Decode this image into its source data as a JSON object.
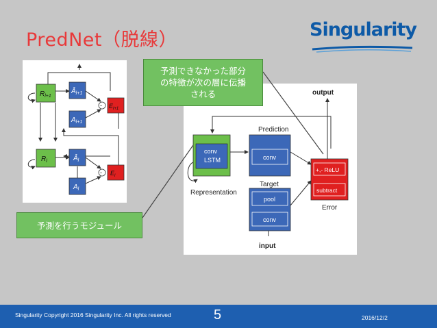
{
  "slide": {
    "title": "PredNet（脱線）",
    "logo_text": "Singularity"
  },
  "callouts": {
    "top_lines": [
      "予測できなかった部分",
      "の特徴が次の層に伝播",
      "される"
    ],
    "left": "予測を行うモジュール"
  },
  "left_diagram": {
    "upper": {
      "R": "R",
      "R_sub": "l+1",
      "Ahat": "Â",
      "Ahat_sub": "l+1",
      "A": "A",
      "A_sub": "l+1",
      "E": "E",
      "E_sub": "l+1",
      "minus": "-"
    },
    "lower": {
      "R": "R",
      "R_sub": "l",
      "Ahat": "Â",
      "Ahat_sub": "l",
      "A": "A",
      "A_sub": "l",
      "E": "E",
      "E_sub": "l",
      "minus": "-"
    }
  },
  "right_diagram": {
    "output": "output",
    "prediction": "Prediction",
    "conv_lstm_line1": "conv",
    "conv_lstm_line2": "LSTM",
    "conv_pred": "conv",
    "representation": "Representation",
    "target": "Target",
    "pool": "pool",
    "conv_target": "conv",
    "input": "input",
    "relu": "+,- ReLU",
    "subtract": "subtract",
    "error": "Error"
  },
  "footer": {
    "copyright": "Singularity Copyright 2016 Singularity  Inc. All rights reserved",
    "page": "5",
    "date": "2016/12/2"
  },
  "colors": {
    "title": "#e8393a",
    "footer": "#1e5fb0",
    "callout": "#72c161",
    "green_box": "#6cbf4a",
    "blue_box": "#3c68b8",
    "red_box": "#e02020"
  }
}
